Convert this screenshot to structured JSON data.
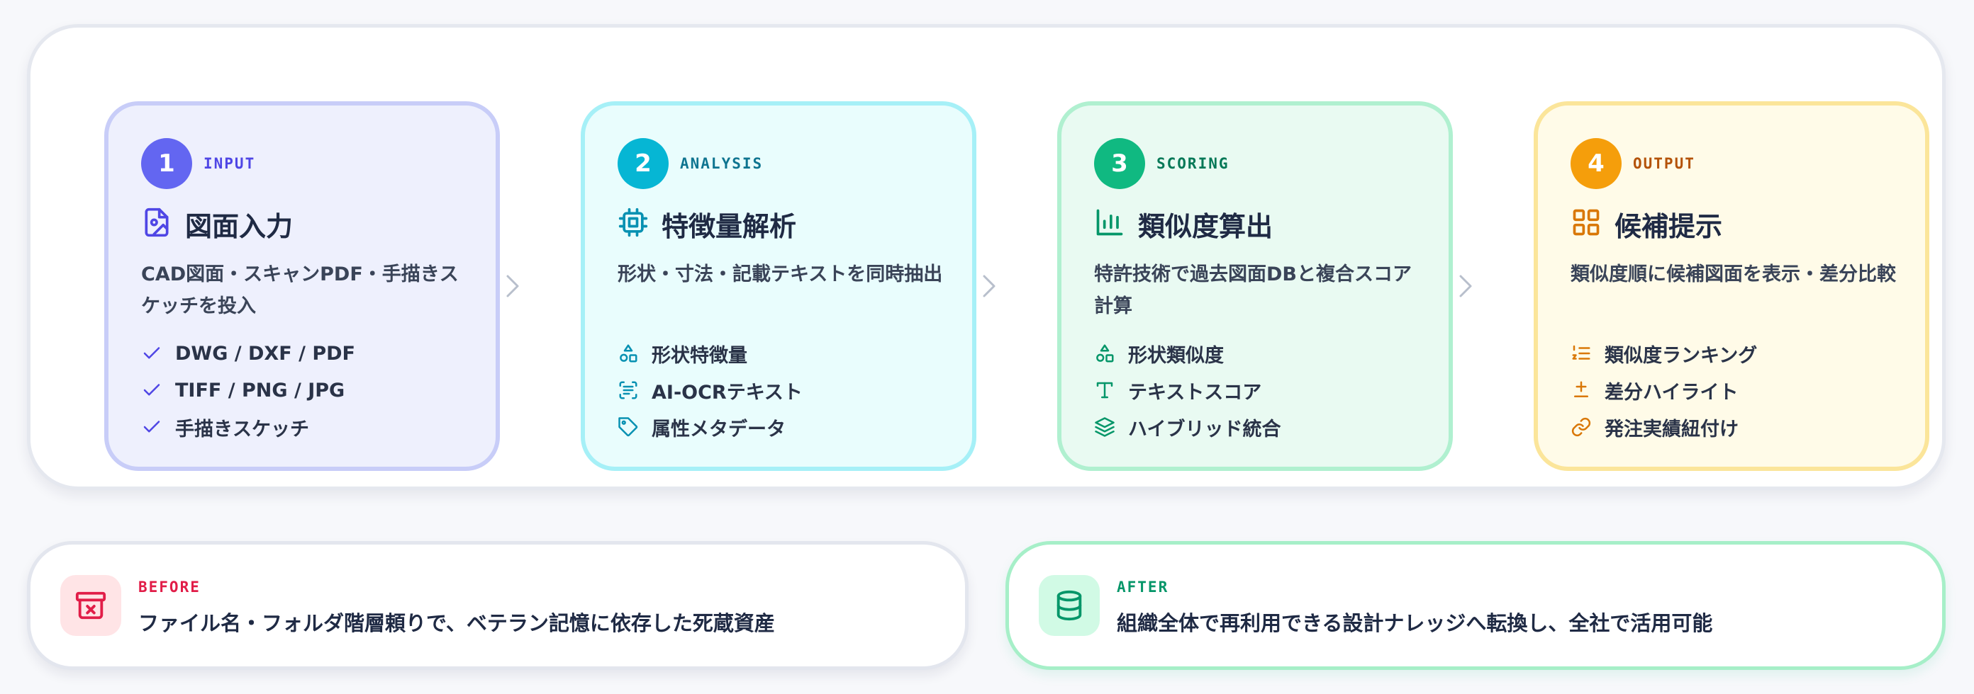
{
  "steps": [
    {
      "number": "1",
      "tag": "INPUT",
      "title": "図面入力",
      "description": "CAD図面・スキャンPDF・手描きスケッチを投入",
      "accent": "#6366f1",
      "title_icon": "image-file-icon",
      "features": [
        {
          "icon": "check-icon",
          "label": "DWG / DXF / PDF"
        },
        {
          "icon": "check-icon",
          "label": "TIFF / PNG / JPG"
        },
        {
          "icon": "check-icon",
          "label": "手描きスケッチ"
        }
      ]
    },
    {
      "number": "2",
      "tag": "ANALYSIS",
      "title": "特徴量解析",
      "description": "形状・寸法・記載テキストを同時抽出",
      "accent": "#06b6d4",
      "title_icon": "cpu-chip-icon",
      "features": [
        {
          "icon": "shapes-icon",
          "label": "形状特徴量"
        },
        {
          "icon": "scan-text-icon",
          "label": "AI-OCRテキスト"
        },
        {
          "icon": "tag-icon",
          "label": "属性メタデータ"
        }
      ]
    },
    {
      "number": "3",
      "tag": "SCORING",
      "title": "類似度算出",
      "description": "特許技術で過去図面DBと複合スコア計算",
      "accent": "#10b981",
      "title_icon": "bar-chart-icon",
      "features": [
        {
          "icon": "shapes-icon",
          "label": "形状類似度"
        },
        {
          "icon": "text-type-icon",
          "label": "テキストスコア"
        },
        {
          "icon": "layers-icon",
          "label": "ハイブリッド統合"
        }
      ]
    },
    {
      "number": "4",
      "tag": "OUTPUT",
      "title": "候補提示",
      "description": "類似度順に候補図面を表示・差分比較",
      "accent": "#f59e0b",
      "title_icon": "grid-icon",
      "features": [
        {
          "icon": "ranked-list-icon",
          "label": "類似度ランキング"
        },
        {
          "icon": "plus-minus-icon",
          "label": "差分ハイライト"
        },
        {
          "icon": "link-icon",
          "label": "発注実績紐付け"
        }
      ]
    }
  ],
  "before": {
    "label": "BEFORE",
    "text": "ファイル名・フォルダ階層頼りで、ベテラン記憶に依存した死蔵資産",
    "accent": "#e11d48",
    "icon": "archive-x-icon"
  },
  "after": {
    "label": "AFTER",
    "text": "組織全体で再利用できる設計ナレッジへ転換し、全社で活用可能",
    "accent": "#059669",
    "icon": "database-icon"
  }
}
